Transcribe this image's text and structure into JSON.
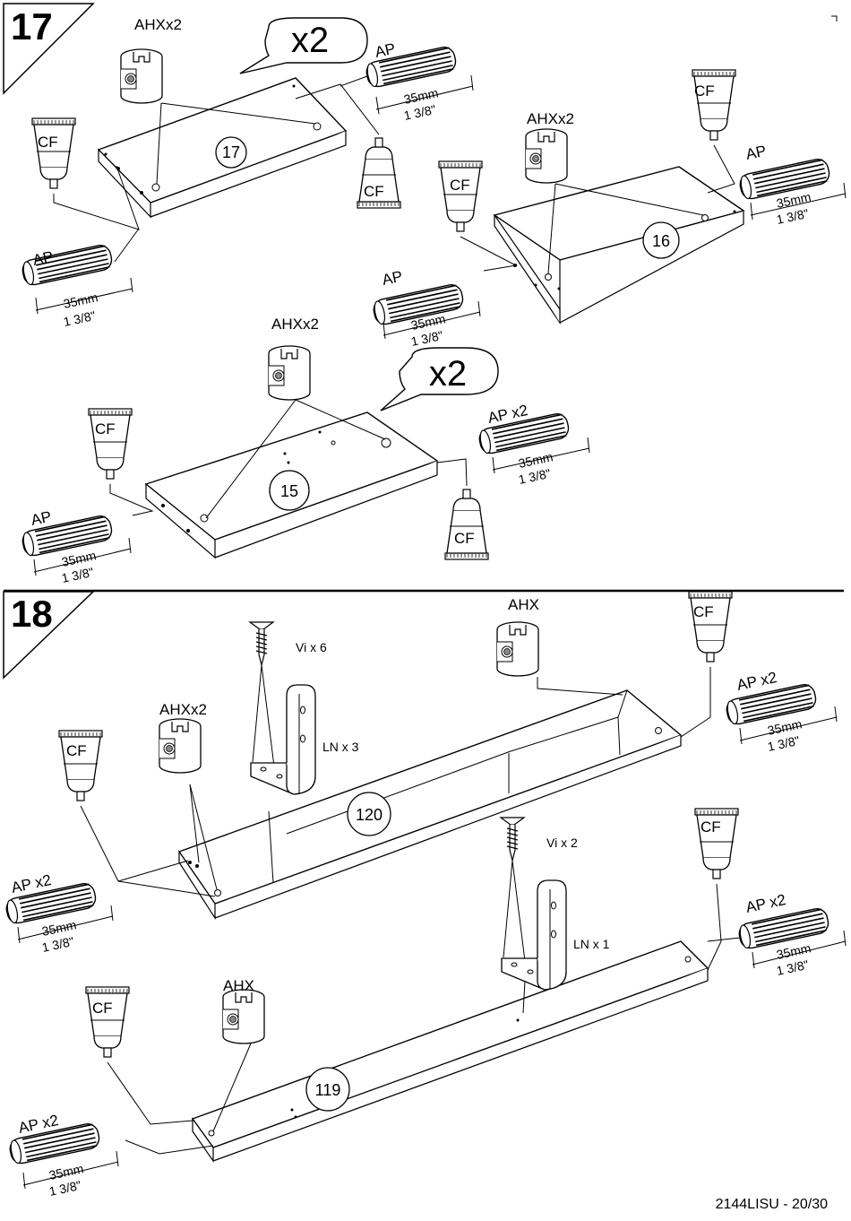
{
  "steps": [
    {
      "number": "17"
    },
    {
      "number": "18"
    }
  ],
  "labels": {
    "ahx_x2": "AHXx2",
    "ahx": "AHX",
    "cf": "CF",
    "ap": "AP",
    "ap_x2": "AP x2",
    "mm": "35mm",
    "inch": "1 3/8\"",
    "x2": "x2",
    "vi_x6": "Vi x 6",
    "vi_x2": "Vi x 2",
    "ln_x3": "LN  x  3",
    "ln_x1": "LN  x  1"
  },
  "parts": {
    "p17": "17",
    "p16": "16",
    "p15": "15",
    "p120": "120",
    "p119": "119"
  },
  "footer": {
    "page_code": "2144LISU - 20/30"
  },
  "icons": [
    "cam-lock-icon",
    "glue-tube-icon",
    "dowel-icon",
    "screw-icon",
    "l-bracket-icon",
    "speech-bubble-icon"
  ]
}
